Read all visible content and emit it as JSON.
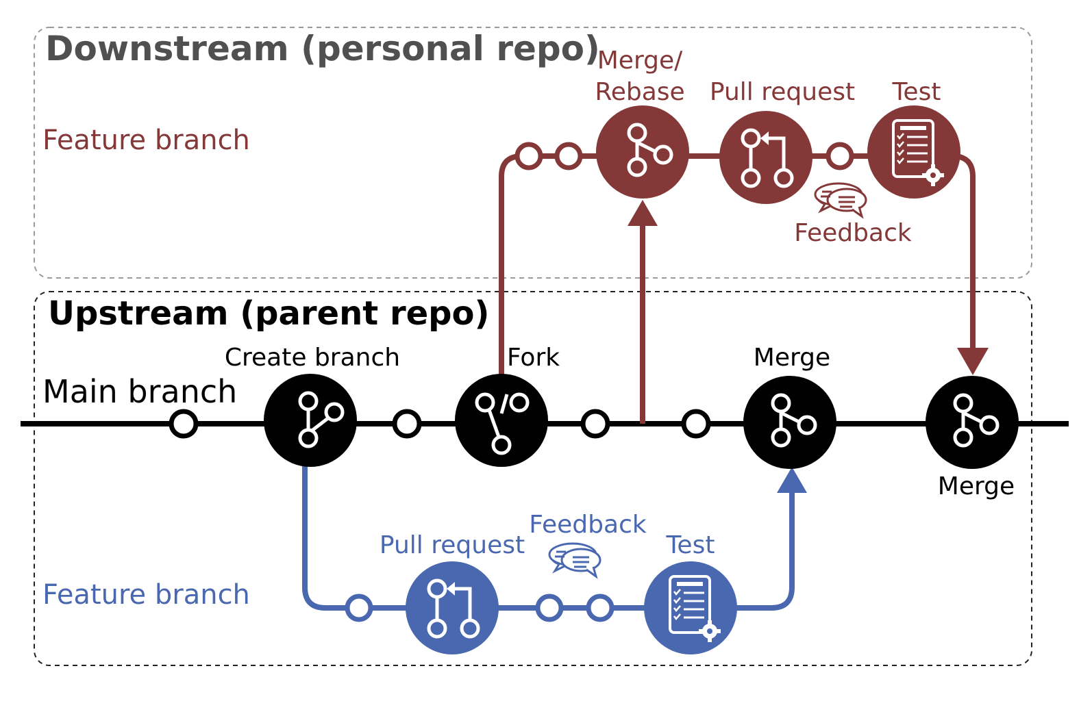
{
  "colors": {
    "main": "#000000",
    "downstream": "#843838",
    "upstream_feature": "#4a68b0",
    "downstream_title": "#505050",
    "box_border_light": "#9a9a9a",
    "box_border_dark": "#222222"
  },
  "downstream": {
    "title": "Downstream (personal repo)",
    "feature_label": "Feature branch",
    "merge_rebase_label_line1": "Merge/",
    "merge_rebase_label_line2": "Rebase",
    "pull_request_label": "Pull request",
    "test_label": "Test",
    "feedback_label": "Feedback"
  },
  "upstream": {
    "title": "Upstream (parent repo)",
    "main_label": "Main branch",
    "create_branch_label": "Create branch",
    "fork_label": "Fork",
    "merge_label": "Merge",
    "merge_label_2": "Merge",
    "feature_label": "Feature branch",
    "pull_request_label": "Pull request",
    "feedback_label": "Feedback",
    "test_label": "Test"
  },
  "icons": {
    "create_branch": "branch-icon",
    "fork": "fork-icon",
    "merge": "merge-icon",
    "pull_request": "pull-request-icon",
    "test": "test-checklist-icon",
    "feedback": "feedback-chat-icon"
  }
}
